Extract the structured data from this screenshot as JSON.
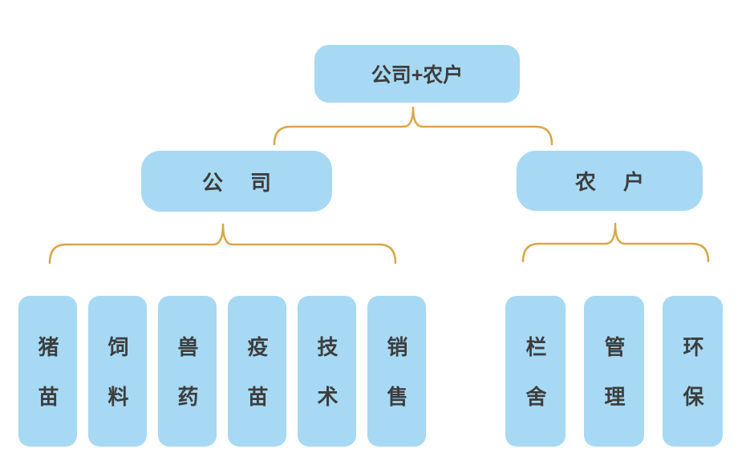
{
  "colors": {
    "background": "#ffffff",
    "node_fill": "#a7d9f4",
    "brace": "#d8a748",
    "text": "#3d3d3d"
  },
  "diagram": {
    "root": {
      "label": "公司+农户"
    },
    "branches": [
      {
        "label": "公司",
        "children": [
          "猪苗",
          "饲料",
          "兽药",
          "疫苗",
          "技术",
          "销售"
        ]
      },
      {
        "label": "农户",
        "children": [
          "栏舍",
          "管理",
          "环保"
        ]
      }
    ]
  }
}
